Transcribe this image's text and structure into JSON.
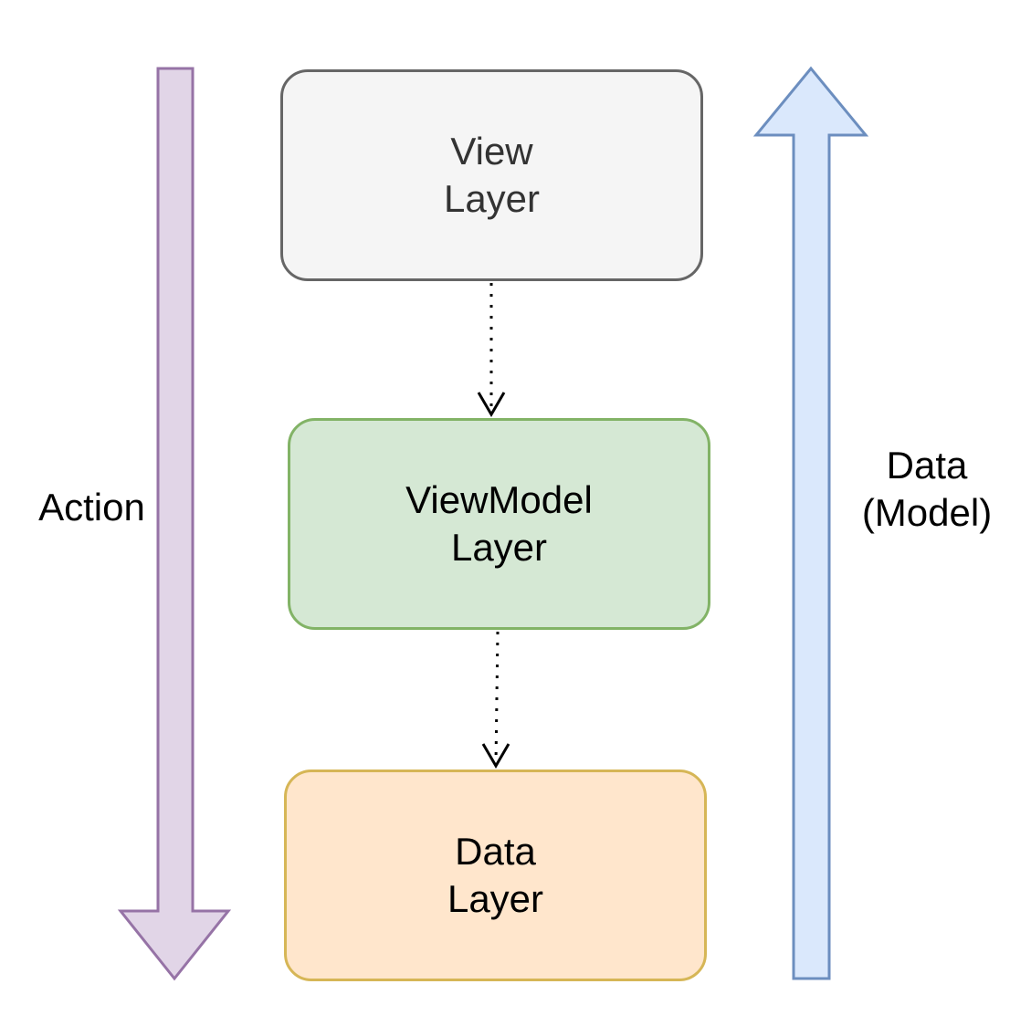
{
  "colors": {
    "view_fill": "#f5f5f5",
    "view_stroke": "#666666",
    "view_text": "#333333",
    "viewmodel_fill": "#d5e8d4",
    "viewmodel_stroke": "#82b366",
    "viewmodel_text": "#000000",
    "data_fill": "#ffe6cc",
    "data_stroke": "#d6b656",
    "data_text": "#000000",
    "action_arrow_fill": "#e1d5e7",
    "action_arrow_stroke": "#9673a6",
    "data_arrow_fill": "#dae8fc",
    "data_arrow_stroke": "#6c8ebf",
    "connector_stroke": "#000000"
  },
  "nodes": {
    "view": {
      "line1": "View",
      "line2": "Layer"
    },
    "viewmodel": {
      "line1": "ViewModel",
      "line2": "Layer"
    },
    "data": {
      "line1": "Data",
      "line2": "Layer"
    }
  },
  "arrows": {
    "action": {
      "label": "Action",
      "direction": "down"
    },
    "data_model": {
      "line1": "Data",
      "line2": "(Model)",
      "direction": "up"
    }
  },
  "connectors": [
    {
      "from": "view",
      "to": "viewmodel",
      "style": "dotted"
    },
    {
      "from": "viewmodel",
      "to": "data",
      "style": "dotted"
    }
  ]
}
